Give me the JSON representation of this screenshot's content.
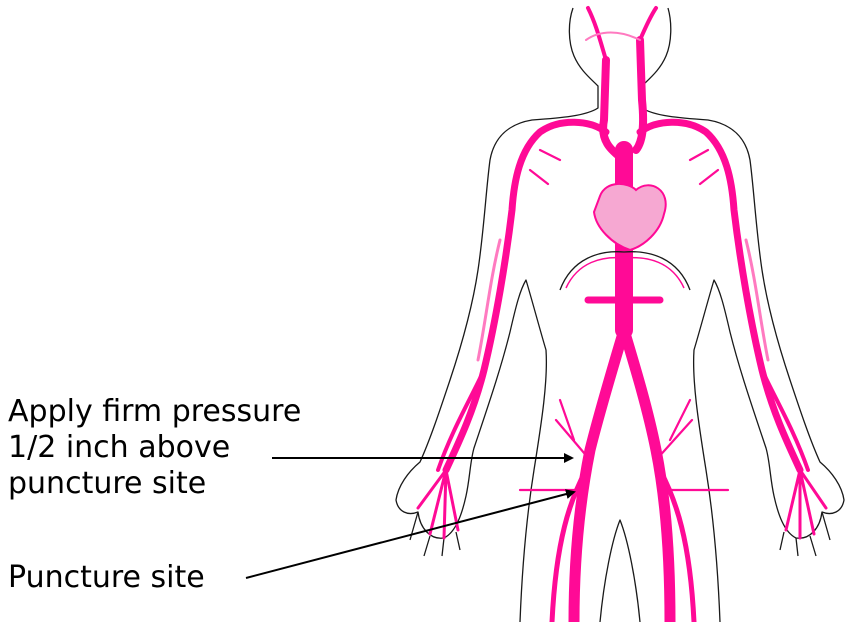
{
  "labels": {
    "pressure": [
      "Apply firm pressure",
      "1/2 inch above",
      "puncture site"
    ],
    "puncture": "Puncture site"
  },
  "colors": {
    "artery": "#ff0a96",
    "artery_light": "#ff7ac0",
    "heart": "#f6a8d2",
    "outline": "#1a1a1a",
    "text": "#000000"
  },
  "icons": {
    "figure": "human-body-outline",
    "heart": "heart-icon"
  }
}
